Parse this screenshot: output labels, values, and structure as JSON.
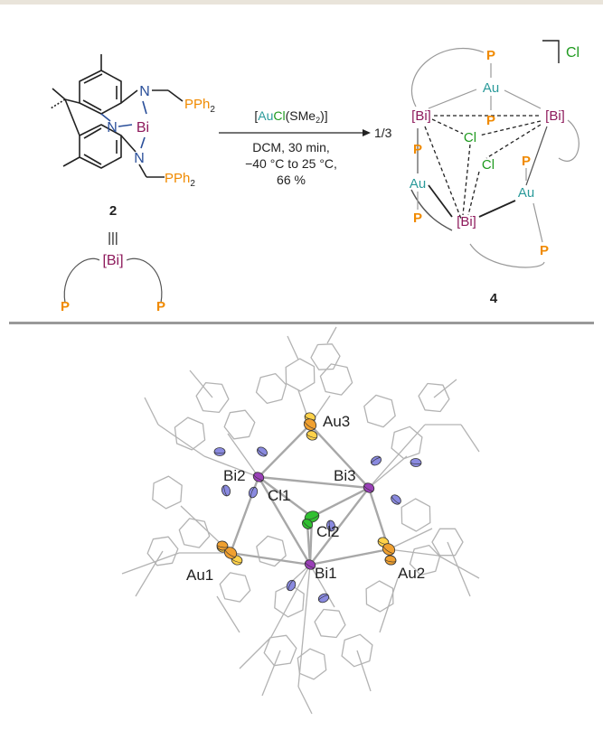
{
  "colors": {
    "bismuth": "#8e1a5c",
    "nitrogen": "#2a4f9a",
    "phosphorus": "#f08a00",
    "gold": "#2a9a9a",
    "chlorine": "#1f9a1f",
    "text": "#222222",
    "frame_band": "#e9e4da",
    "separator": "#999999",
    "wire": "#b3b3b3",
    "ellipsoid_au": "#f0a030",
    "ellipsoid_p": "#ffd24a",
    "ellipsoid_bi": "#9a40b8",
    "ellipsoid_cl": "#30c030",
    "ellipsoid_n": "#8a8ae0"
  },
  "scheme": {
    "ligand": {
      "n_upper": "N",
      "n_center": "N",
      "n_lower": "N",
      "bi": "Bi",
      "pph2_upper": "PPh",
      "pph2_upper_sub": "2",
      "pph2_lower": "PPh",
      "pph2_lower_sub": "2",
      "compound_number": "2",
      "equiv_symbol": "|||"
    },
    "abbreviation": {
      "bi": "[Bi]",
      "p_left": "P",
      "p_right": "P"
    },
    "reagent": {
      "bracket_open": "[",
      "au": "Au",
      "cl": "Cl",
      "sme_open": "(SMe",
      "sme_sub": "2",
      "close": ")]",
      "line2": "DCM, 30 min,",
      "line3": "−40 °C to 25 °C,",
      "line4": "66 %"
    },
    "stoich": "1/3",
    "product": {
      "bi_left": "[Bi]",
      "bi_right": "[Bi]",
      "bi_bottom": "[Bi]",
      "au_top": "Au",
      "au_left": "Au",
      "au_right": "Au",
      "cl_a": "Cl",
      "cl_b": "Cl",
      "counter_ion": "Cl",
      "p_top_up": "P",
      "p_top_down": "P",
      "p_left_up": "P",
      "p_left_down": "P",
      "p_right_up": "P",
      "p_right_down": "P",
      "compound_number": "4"
    }
  },
  "crystal": {
    "labels": {
      "au3": "Au3",
      "bi2": "Bi2",
      "bi3": "Bi3",
      "cl1": "Cl1",
      "cl2": "Cl2",
      "au1": "Au1",
      "bi1": "Bi1",
      "au2": "Au2"
    }
  }
}
